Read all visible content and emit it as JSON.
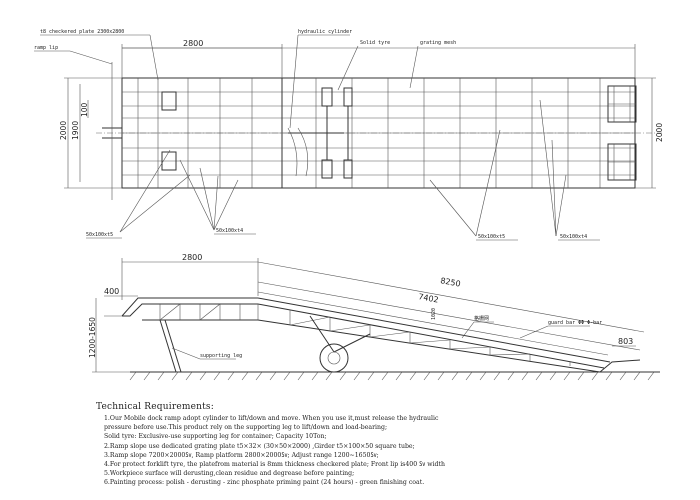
{
  "plan_view": {
    "label_checkered_plate": "t8 checkered plate 2300x2800",
    "label_ramp_lip": "ramp lip",
    "label_hydraulic_cylinder": "hydraulic cylinder",
    "label_solid_tyre": "Solid tyre",
    "label_grating_mesh": "grating mesh",
    "dim_top_2800": "2800",
    "dim_left_2000": "2000",
    "dim_left_1900": "1900",
    "dim_left_100": "100",
    "dim_right_2000": "2000",
    "tube_label_1": "50x100xt5",
    "tube_label_2": "50x100xt4",
    "tube_label_3": "50x100xt5",
    "tube_label_4": "50x100xt4"
  },
  "side_view": {
    "dim_2800": "2800",
    "dim_8250": "8250",
    "dim_7402": "7402",
    "dim_400": "400",
    "dim_1200_1650": "1200-1650",
    "dim_803": "803",
    "dim_grating": "1020",
    "label_supporting_leg": "supporting leg",
    "label_guard_bar": "guard bar ΦΦ Φ-bar",
    "label_grating_mesh": "格栅网"
  },
  "requirements": {
    "title": "Technical Requirements:",
    "lines": [
      "1.Our Mobile dock ramp adopt cylinder to lift/down and move. When you use it,must release the hydraulic",
      "pressure before use.This product rely on the supporting leg to lift/down and load-bearing;",
      "Solid tyre: Exclusive-use supporting leg for container; Capacity 10Ton;",
      "2.Ramp slope use dedicated grating plate t5×32× (30×50×2000) ,Girder t5×100×50 square tube;",
      "3.Ramp slope 7200×2000㏜, Ramp platform 2800×2000㏜; Adjust range 1200~1650㏜;",
      "4.For protect forklift tyre, the platefrom material is 8mm thickness checkered plate; Front lip is400 ㏜ width",
      "5.Workpiece surface will derusting,clean residue and degrease before painting;",
      "6.Painting process: polish - derusting - zinc phosphate priming paint (24 hours) - green finishing coat."
    ]
  }
}
